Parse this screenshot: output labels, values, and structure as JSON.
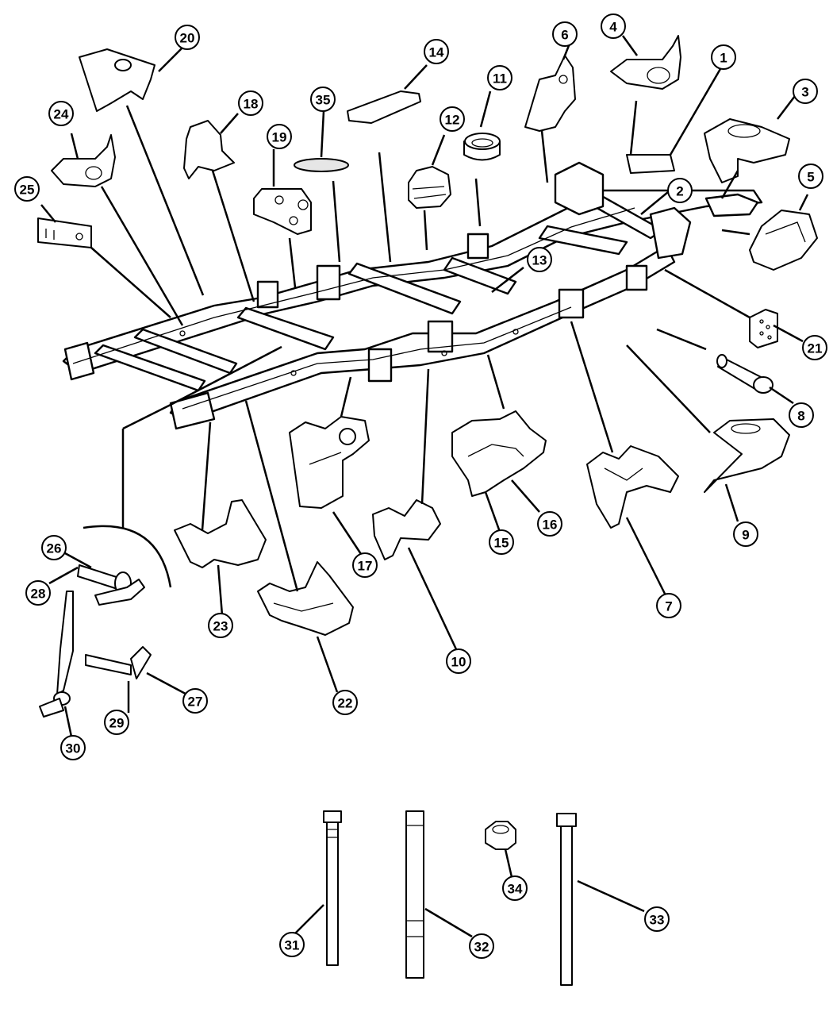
{
  "diagram": {
    "callouts": [
      {
        "id": "1",
        "label": "1"
      },
      {
        "id": "2",
        "label": "2"
      },
      {
        "id": "3",
        "label": "3"
      },
      {
        "id": "4",
        "label": "4"
      },
      {
        "id": "5",
        "label": "5"
      },
      {
        "id": "6",
        "label": "6"
      },
      {
        "id": "7",
        "label": "7"
      },
      {
        "id": "8",
        "label": "8"
      },
      {
        "id": "9",
        "label": "9"
      },
      {
        "id": "10",
        "label": "10"
      },
      {
        "id": "11",
        "label": "11"
      },
      {
        "id": "12",
        "label": "12"
      },
      {
        "id": "13",
        "label": "13"
      },
      {
        "id": "14",
        "label": "14"
      },
      {
        "id": "15",
        "label": "15"
      },
      {
        "id": "16",
        "label": "16"
      },
      {
        "id": "17",
        "label": "17"
      },
      {
        "id": "18",
        "label": "18"
      },
      {
        "id": "19",
        "label": "19"
      },
      {
        "id": "20",
        "label": "20"
      },
      {
        "id": "21",
        "label": "21"
      },
      {
        "id": "22",
        "label": "22"
      },
      {
        "id": "23",
        "label": "23"
      },
      {
        "id": "24",
        "label": "24"
      },
      {
        "id": "25",
        "label": "25"
      },
      {
        "id": "26",
        "label": "26"
      },
      {
        "id": "27",
        "label": "27"
      },
      {
        "id": "28",
        "label": "28"
      },
      {
        "id": "29",
        "label": "29"
      },
      {
        "id": "30",
        "label": "30"
      },
      {
        "id": "31",
        "label": "31"
      },
      {
        "id": "32",
        "label": "32"
      },
      {
        "id": "33",
        "label": "33"
      },
      {
        "id": "34",
        "label": "34"
      },
      {
        "id": "35",
        "label": "35"
      }
    ]
  }
}
